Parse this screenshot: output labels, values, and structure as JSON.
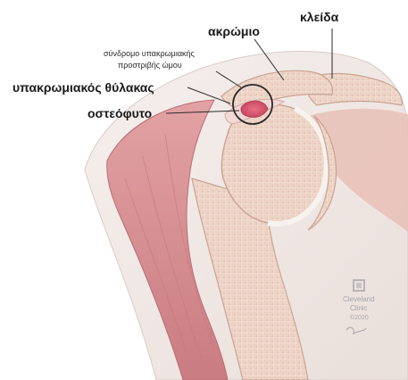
{
  "labels": {
    "clavicle": "κλείδα",
    "acromion": "ακρώμιο",
    "impingement_line1": "σύνδρομο υπακρωμιακής",
    "impingement_line2": "προστριβής ώμου",
    "bursa": "υπακρωμιακός θύλακας",
    "bone_spur": "οστεόφυτο"
  },
  "watermark": {
    "line1": "Cleveland",
    "line2": "Clinic",
    "line3": "©2020"
  },
  "colors": {
    "label_text": "#1a1a1a",
    "leader_line": "#2a2a2a",
    "bone": "#efd9cc",
    "cartilage": "#f7f2ee",
    "muscle": "#d88f93",
    "skin": "#f3ece8",
    "highlight_circle": "#2b2b2b"
  }
}
